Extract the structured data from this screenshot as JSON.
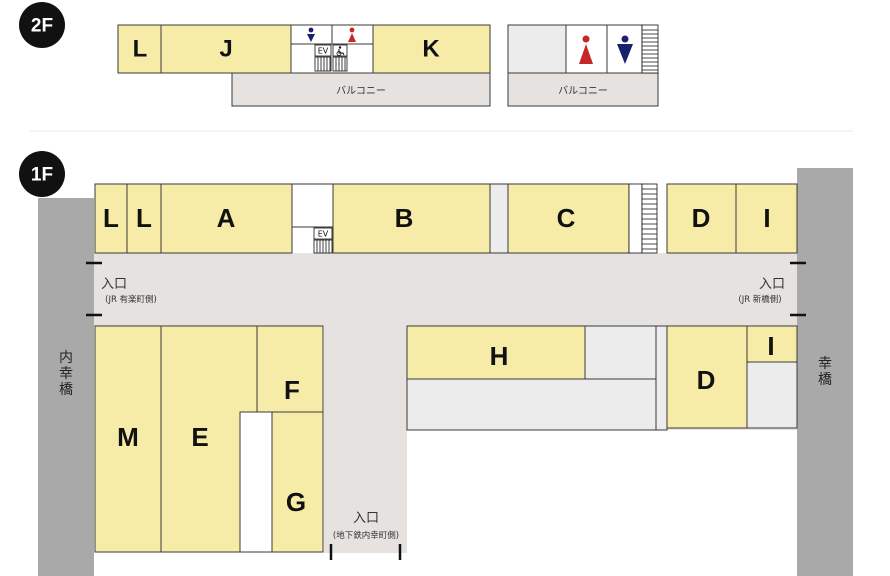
{
  "floors": {
    "f2": {
      "badge": "2F",
      "balcony": "バルコニー"
    },
    "f1": {
      "badge": "1F"
    }
  },
  "shops_2f": {
    "l": "L",
    "j": "J",
    "k": "K"
  },
  "shops_1f": {
    "l1": "L",
    "l2": "L",
    "a": "A",
    "b": "B",
    "c": "C",
    "d_top": "D",
    "i_top": "I",
    "m": "M",
    "e": "E",
    "f": "F",
    "g": "G",
    "h": "H",
    "d_right": "D",
    "i_right": "I"
  },
  "elevator": "EV",
  "entrances": {
    "west": {
      "label": "入口",
      "sub": "(JR 有楽町側)"
    },
    "east": {
      "label": "入口",
      "sub": "(JR 新橋側)"
    },
    "south": {
      "label": "入口",
      "sub": "(地下鉄内幸町側)"
    }
  },
  "streets": {
    "left": "内幸橋",
    "right": "幸橋"
  },
  "icons": [
    "restroom-male-icon",
    "restroom-female-icon",
    "wheelchair-icon",
    "elevator-icon",
    "stairs-icon"
  ],
  "colors": {
    "shop": "#f7eca7",
    "corridor": "#e5e2df",
    "pillar": "#a9a9a9",
    "female": "#c62828",
    "male": "#1a1f6e"
  }
}
